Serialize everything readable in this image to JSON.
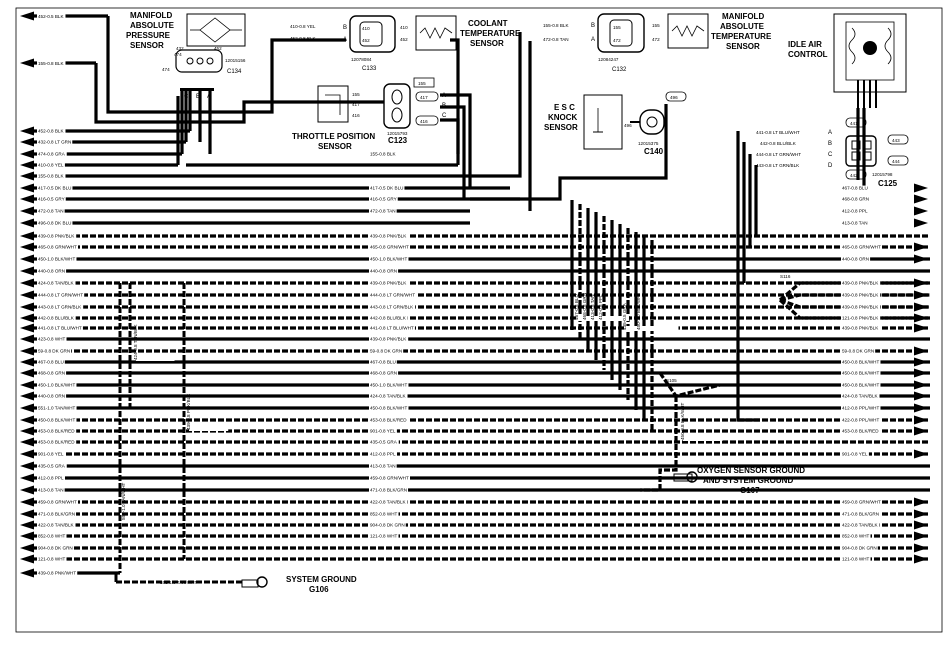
{
  "components": {
    "map_sensor": {
      "title": [
        "MANIFOLD",
        "ABSOLUTE",
        "PRESSURE",
        "SENSOR"
      ],
      "part": "12015156",
      "conn": "C134",
      "pins": [
        "474",
        "432",
        "452"
      ],
      "pin_letters": [
        "C",
        "B",
        "A"
      ],
      "pin_nums": [
        "474",
        "432",
        "452"
      ]
    },
    "coolant_sensor": {
      "title": [
        "COOLANT",
        "TEMPERATURE",
        "SENSOR"
      ],
      "part": "12078084",
      "conn": "C133",
      "pins": [
        "410",
        "452"
      ],
      "wire_a": "410-0.8 YEL",
      "wire_b": "452-0.8 BLK",
      "letters": [
        "B",
        "A"
      ]
    },
    "mat_sensor": {
      "title": [
        "MANIFOLD",
        "ABSOLUTE",
        "TEMPERATURE",
        "SENSOR"
      ],
      "part": "12084247",
      "conn": "C132",
      "pins": [
        "155",
        "472"
      ],
      "wire_a": "155-0.8 BLK",
      "wire_b": "472-0.8 TAN",
      "letters": [
        "B",
        "A"
      ]
    },
    "iac": {
      "title": [
        "IDLE AIR",
        "CONTROL"
      ]
    },
    "tps": {
      "title": [
        "THROTTLE POSITION",
        "SENSOR"
      ],
      "part": "12015793",
      "conn": "C123",
      "pins": [
        "155",
        "417",
        "416"
      ],
      "letters": [
        "A",
        "B",
        "C"
      ]
    },
    "esc": {
      "title": [
        "E S C",
        "KNOCK",
        "SENSOR"
      ],
      "part": "12015375",
      "conn": "C140",
      "pin": "496"
    },
    "c125": {
      "part": "12015798",
      "conn": "C125",
      "pins": [
        "441",
        "443",
        "442",
        "444"
      ],
      "letters": [
        "A",
        "B",
        "C",
        "D"
      ],
      "wires": [
        "441-0.8 LT BLU/WHT",
        "442-0.8 BLU/BLK",
        "444-0.8 LT GRN/WHT",
        "443-0.8 LT GRN/BLK"
      ]
    },
    "o2_ground": {
      "title": [
        "OXYGEN SENSOR GROUND",
        "AND SYSTEM GROUND"
      ],
      "id": "G107"
    },
    "sys_ground": {
      "title": [
        "SYSTEM GROUND"
      ],
      "id": "G106"
    },
    "splices": [
      "S116",
      "S105"
    ]
  },
  "top_left_wires": [
    "452-0.5 BLK",
    "155-0.8 BLK"
  ],
  "center_labels": [
    "155-0.8 BLK",
    "417-0.5 DK BLU",
    "416-0.5 GRY",
    "472-0.8 TAN",
    "439-0.8 PNK/BLK",
    "465-0.8 GRN/WHT",
    "450-1.0 BLK/WHT",
    "440-0.8 ORN",
    "439-0.8 PNK/BLK",
    "444-0.8 LT GRN/WHT",
    "443-0.8 LT GRN/BLK",
    "442-0.8 BLU/BLK",
    "441-0.8 LT BLU/WHT",
    "439-0.8 PNK/BLK",
    "59-0.8 DK GRN",
    "467-0.8 BLU",
    "468-0.8 GRN",
    "450-1.0 BLK/WHT",
    "424-0.8 TAN/BLK",
    "450-0.8 BLK/WHT",
    "453-0.8 BLK/RED",
    "901-0.8 YEL",
    "435-0.5 GRA",
    "412-0.8 PPL",
    "413-0.8 TAN",
    "459-0.8 GRN/WHT",
    "471-0.8 BLK/GRN",
    "422-0.8 TAN/BLK",
    "852-0.8 WHT",
    "904-0.8 DK GRN",
    "121-0.8 WHT"
  ],
  "left_wires": [
    "452-0.8 BLK",
    "432-0.8 LT GRN",
    "474-0.8 GRA",
    "410-0.8 YEL",
    "155-0.8 BLK",
    "417-0.5 DK BLU",
    "416-0.5 GRY",
    "472-0.8 TAN",
    "496-0.8 DK BLU",
    "439-0.8 PNK/BLK",
    "465-0.8 GRN/WHT",
    "450-1.0 BLK/WHT",
    "440-0.8 ORN",
    "424-0.8 TAN/BLK",
    "444-0.8 LT GRN/WHT",
    "443-0.8 LT GRN/BLK",
    "442-0.8 BLU/BLK",
    "441-0.8 LT BLU/WHT",
    "423-0.8 WHT",
    "59-0.8 DK GRN",
    "467-0.8 BLU",
    "468-0.8 GRN",
    "450-1.0 BLK/WHT",
    "440-0.8 ORN",
    "551-1.0 TAN/WHT",
    "450-0.8 BLK/WHT",
    "453-0.8 BLK/RED",
    "453-0.8 BLK/RED",
    "901-0.8 YEL",
    "435-0.5 GRA",
    "412-0.8 PPL",
    "413-0.8 TAN",
    "459-0.8 GRN/WHT",
    "471-0.8 BLK/GRN",
    "422-0.8 TAN/BLK",
    "852-0.8 WHT",
    "904-0.8 DK GRN",
    "121-0.8 WHT",
    "439-0.8 PNK/WHT"
  ],
  "right_wires": [
    "467-0.8 BLU",
    "468-0.8 GRN",
    "412-0.8 PPL",
    "413-0.8 TAN",
    "465-0.8 GRN/WHT",
    "440-0.8 ORN",
    "439-0.8 PNK/BLK",
    "439-0.8 PNK/BLK",
    "439-0.8 PNK/BLK",
    "121-0.8 PNK/BLK",
    "439-0.8 PNK/BLK",
    "59-0.8 DK GRN",
    "450-0.8 BLK/WHT",
    "450-0.8 BLK/WHT",
    "450-0.8 BLK/WHT",
    "424-0.8 TAN/BLK",
    "412-0.8 PPL/WHT",
    "422-0.8 PPL/WHT",
    "453-0.8 BLK/RED",
    "901-0.8 YEL",
    "459-0.8 GRN/WHT",
    "471-0.8 BLK/GRN",
    "422-0.8 TAN/BLK",
    "852-0.8 WHT",
    "904-0.8 DK GRN",
    "121-0.8 WHT"
  ],
  "vertical_labels": [
    "424-0.8 TAN/BLK",
    "439-0.8 PNK/BLK",
    "551-1.0 TAN/WHT",
    "467-0.8 BLU",
    "468-0.8 GRN",
    "413-0.8 TAN",
    "412-0.8 PPL",
    "435-0.5 GRA",
    "450-1.0 BLK/WHT",
    "450-0.8 BLK/WHT"
  ],
  "bottom_wire": "551-1.0 TAN/WHT"
}
